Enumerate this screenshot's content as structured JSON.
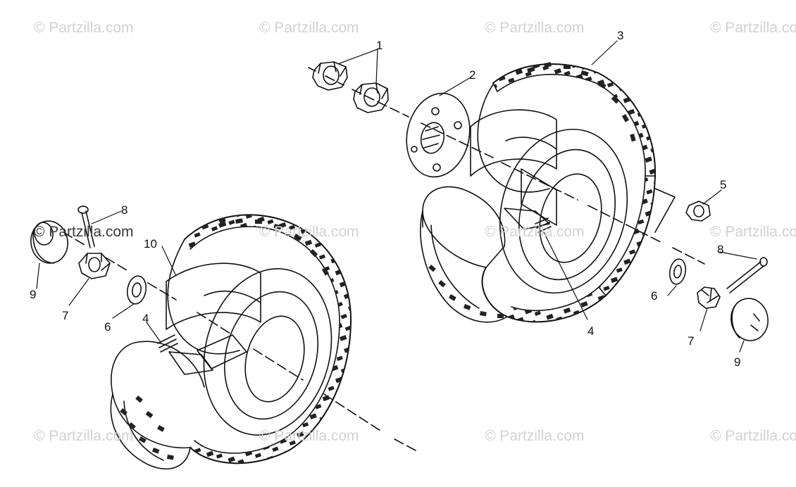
{
  "watermark": {
    "text": "© Partzilla.com",
    "color": "#d2d2d2"
  },
  "diagram": {
    "callouts": {
      "right_nuts": "1",
      "hub": "2",
      "right_tire": "3",
      "right_stud": "4",
      "right_lug_nut": "5",
      "right_washer": "6",
      "right_castle_nut": "7",
      "right_cotter_pin": "8",
      "right_cap": "9",
      "left_cotter_pin": "8",
      "left_wheel": "10",
      "left_cap": "9",
      "left_castle_nut": "7",
      "left_washer": "6",
      "left_stud": "4"
    }
  }
}
